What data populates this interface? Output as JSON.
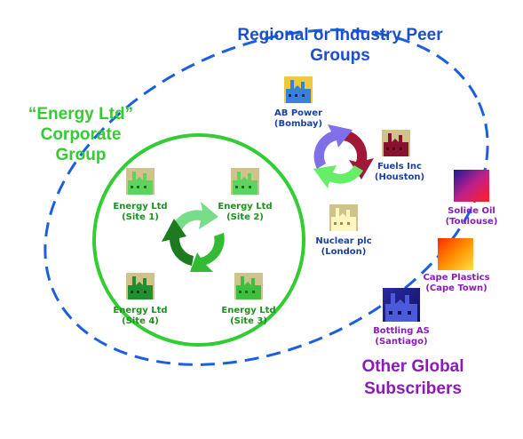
{
  "titles": {
    "peer_line1": "Regional or Industry Peer",
    "peer_line2": "Groups",
    "corporate_line1": "“Energy Ltd”",
    "corporate_line2": "Corporate",
    "corporate_line3": "Group",
    "global_line1": "Other Global",
    "global_line2": "Subscribers"
  },
  "corporate_sites": [
    {
      "name": "Energy Ltd",
      "location": "(Site 1)"
    },
    {
      "name": "Energy Ltd",
      "location": "(Site 2)"
    },
    {
      "name": "Energy Ltd",
      "location": "(Site 4)"
    },
    {
      "name": "Energy Ltd",
      "location": "(Site 3)"
    }
  ],
  "peers": [
    {
      "name": "AB Power",
      "location": "(Bombay)"
    },
    {
      "name": "Fuels Inc",
      "location": "(Houston)"
    },
    {
      "name": "Nuclear plc",
      "location": "(London)"
    }
  ],
  "global_subscribers": [
    {
      "name": "Solide Oil",
      "location": "(Toulouse)"
    },
    {
      "name": "Cape Plastics",
      "location": "(Cape Town)"
    },
    {
      "name": "Bottling AS",
      "location": "(Santiago)"
    }
  ],
  "colors": {
    "peer_title": "#1a4fd0",
    "corporate_title": "#33cc33",
    "global_title": "#8a1bb8",
    "corporate_ring": "#33cc33",
    "peer_dash": "#1a5fe0"
  },
  "icons": {
    "corporate_site": "green-factory-icon",
    "peer": "factory-icon",
    "global": "gradient-square-icon",
    "corporate_cycle": "green-cycle-arrows-icon",
    "peer_cycle": "multicolor-cycle-arrows-icon"
  }
}
